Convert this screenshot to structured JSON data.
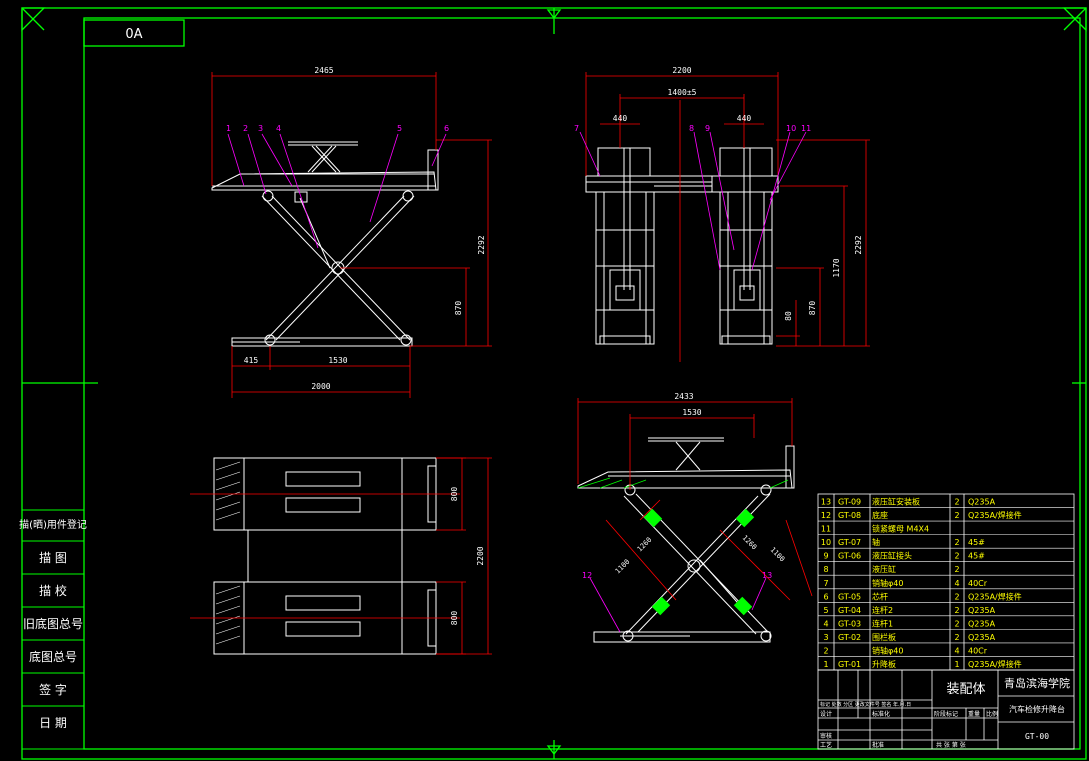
{
  "colors": {
    "frame": "#00ff00",
    "dim": "#ff0000",
    "part": "#ffffff",
    "leader": "#ff00ff",
    "table_text": "#ffff00",
    "hatch": "#00ff00"
  },
  "sheet": {
    "tag": "0A",
    "left_stamp": [
      "描(晒)用件登记",
      "描 图",
      "描 校",
      "旧底图总号",
      "底图总号",
      "签 字",
      "日 期"
    ]
  },
  "front_view": {
    "dims": {
      "overall": "2465",
      "height": "2292",
      "mid_height": "870",
      "left_offset": "415",
      "span": "1530",
      "base": "2000"
    },
    "balloons": [
      "1",
      "2",
      "3",
      "4",
      "5",
      "6"
    ]
  },
  "side_view": {
    "dims": {
      "overall": "2200",
      "track": "1400±5",
      "pad_left": "440",
      "pad_right": "440",
      "height": "2292",
      "lift": "1170",
      "mid": "870",
      "min": "80"
    },
    "balloons": [
      "7",
      "8",
      "9",
      "10",
      "11"
    ]
  },
  "plan_view": {
    "dims": {
      "platform_top": "800",
      "platform_bottom": "800",
      "overall": "2200"
    }
  },
  "detail_view": {
    "dims": {
      "overall": "2433",
      "span": "1530",
      "arm_a": "1260",
      "arm_b": "1100",
      "arm_c": "1260",
      "arm_d": "1100"
    },
    "balloons": [
      "12",
      "13"
    ]
  },
  "bom": [
    {
      "no": "13",
      "code": "GT-09",
      "name": "液压缸安装板",
      "qty": "2",
      "mat": "Q235A"
    },
    {
      "no": "12",
      "code": "GT-08",
      "name": "底座",
      "qty": "2",
      "mat": "Q235A/焊接件"
    },
    {
      "no": "11",
      "code": "",
      "name": "锁紧螺母 M4X4",
      "qty": "",
      "mat": ""
    },
    {
      "no": "10",
      "code": "GT-07",
      "name": "轴",
      "qty": "2",
      "mat": "45#"
    },
    {
      "no": "9",
      "code": "GT-06",
      "name": "液压缸接头",
      "qty": "2",
      "mat": "45#"
    },
    {
      "no": "8",
      "code": "",
      "name": "液压缸",
      "qty": "2",
      "mat": ""
    },
    {
      "no": "7",
      "code": "",
      "name": "销轴φ40",
      "qty": "4",
      "mat": "40Cr"
    },
    {
      "no": "6",
      "code": "GT-05",
      "name": "芯杆",
      "qty": "2",
      "mat": "Q235A/焊接件"
    },
    {
      "no": "5",
      "code": "GT-04",
      "name": "连杆2",
      "qty": "2",
      "mat": "Q235A"
    },
    {
      "no": "4",
      "code": "GT-03",
      "name": "连杆1",
      "qty": "2",
      "mat": "Q235A"
    },
    {
      "no": "3",
      "code": "GT-02",
      "name": "围栏板",
      "qty": "2",
      "mat": "Q235A"
    },
    {
      "no": "2",
      "code": "",
      "name": "销轴φ40",
      "qty": "4",
      "mat": "40Cr"
    },
    {
      "no": "1",
      "code": "GT-01",
      "name": "升降板",
      "qty": "1",
      "mat": "Q235A/焊接件"
    }
  ],
  "title_block": {
    "title": "装配体",
    "school": "青岛滨海学院",
    "product": "汽车检修升降台",
    "drawing_no": "GT-00",
    "rev_labels": "标记 处数 分区 更改文件号 签名 年.月.日",
    "design": "设计",
    "std": "标准化",
    "stage": "阶段标记",
    "weight": "重量",
    "scale": "比例",
    "review": "审核",
    "process": "工艺",
    "approve": "批准",
    "sheets": "共 张 第 张"
  }
}
